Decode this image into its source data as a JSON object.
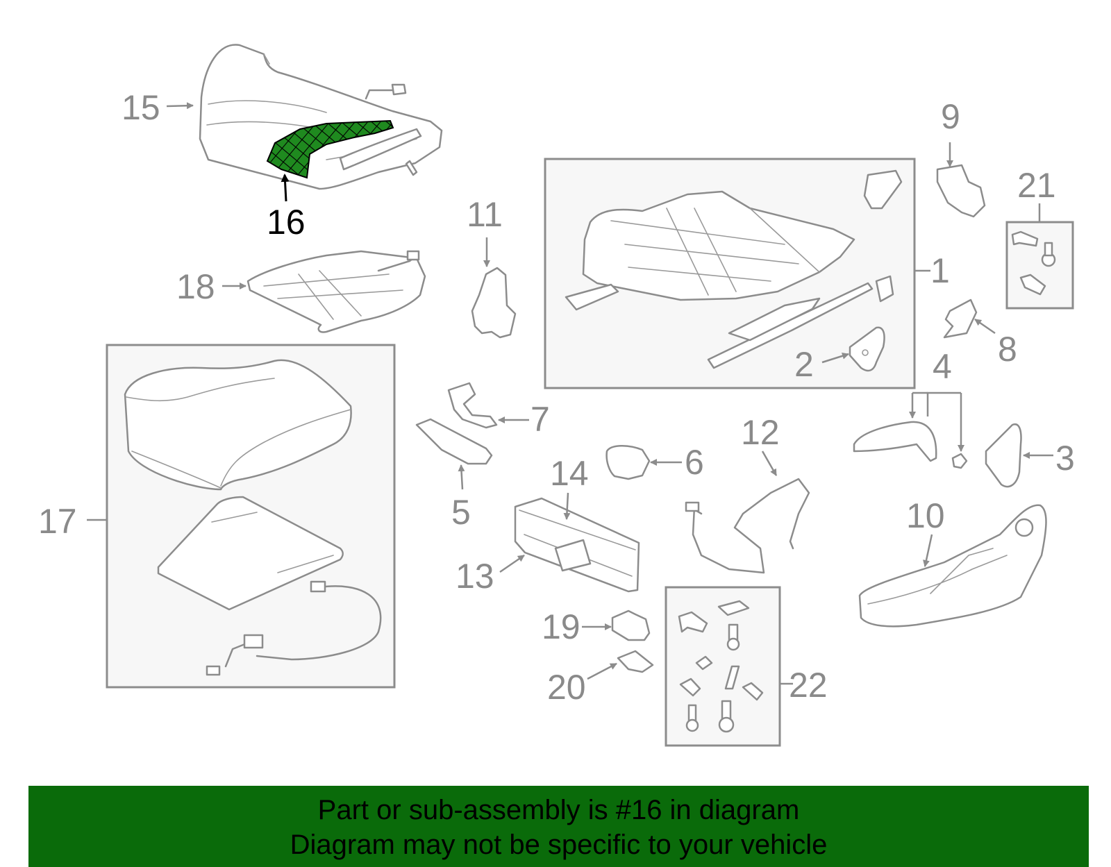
{
  "diagram": {
    "highlighted_part": "16",
    "colors": {
      "highlight": "#0a6b0a",
      "lines": "#8c8c8c",
      "labels": "#8a8a8a",
      "highlight_label": "#000000"
    },
    "callouts": {
      "c1": "1",
      "c2": "2",
      "c3": "3",
      "c4": "4",
      "c5": "5",
      "c6": "6",
      "c7": "7",
      "c8": "8",
      "c9": "9",
      "c10": "10",
      "c11": "11",
      "c12": "12",
      "c13": "13",
      "c14": "14",
      "c15": "15",
      "c16": "16",
      "c17": "17",
      "c18": "18",
      "c19": "19",
      "c20": "20",
      "c21": "21",
      "c22": "22"
    }
  },
  "banner": {
    "line1": "Part or sub-assembly is #16 in diagram",
    "line2": "Diagram may not be specific to your vehicle"
  }
}
